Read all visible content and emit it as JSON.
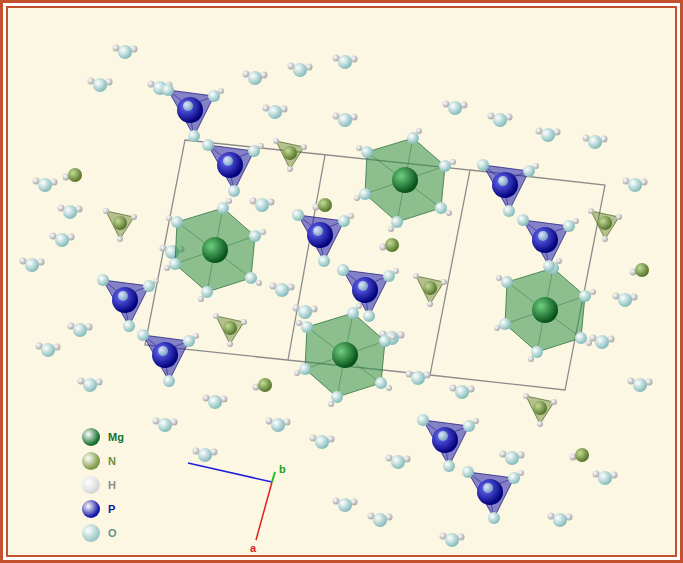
{
  "diagram": {
    "labels": [
      "a",
      "b"
    ],
    "legend": [
      {
        "text": "Mg",
        "color": "#12702c"
      },
      {
        "text": "N",
        "color": "#7d9a45"
      },
      {
        "text": "H",
        "color": "#d8d8d8"
      },
      {
        "text": "P",
        "color": "#1414a8"
      },
      {
        "text": "O",
        "color": "#9cc8c8"
      }
    ]
  }
}
